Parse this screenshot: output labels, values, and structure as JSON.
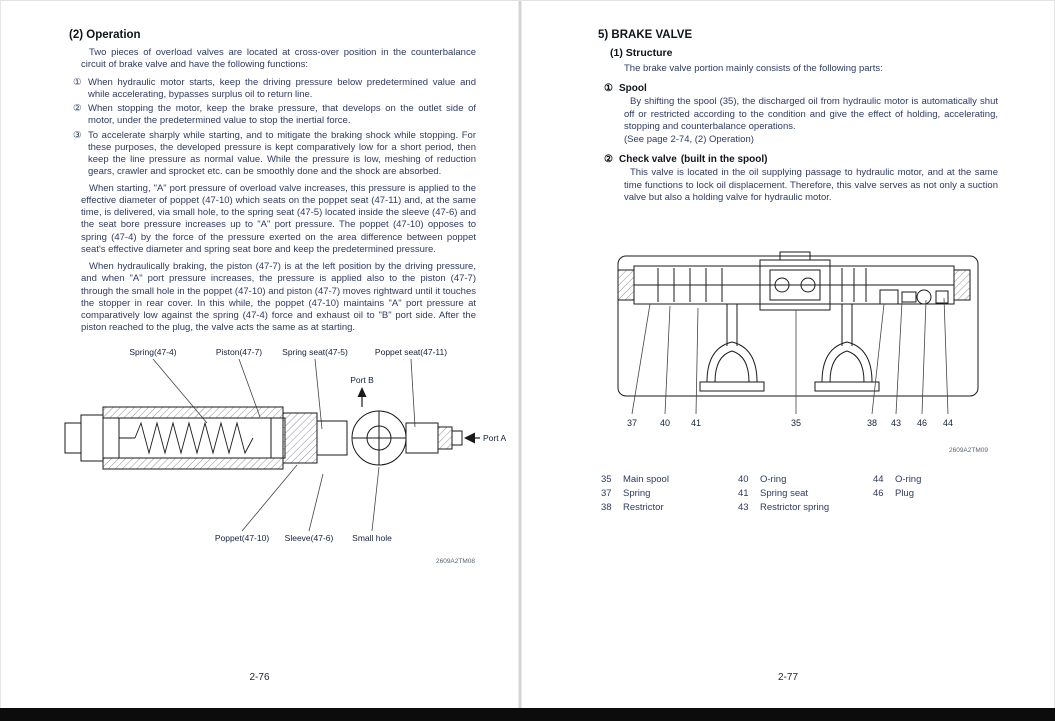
{
  "left_page": {
    "section_title": "(2) Operation",
    "intro": "Two pieces of overload valves are located at cross-over position in the counterbalance circuit of brake valve and have the following functions:",
    "items": [
      {
        "num": "①",
        "text": "When hydraulic motor starts, keep the driving pressure below predetermined value and while accelerating, bypasses surplus oil to return line."
      },
      {
        "num": "②",
        "text": "When stopping the motor, keep the brake pressure, that develops on the outlet side of motor, under the predetermined value to stop the inertial force."
      },
      {
        "num": "③",
        "text": "To accelerate sharply while starting, and to mitigate the braking shock while stopping. For these purposes, the developed pressure is kept comparatively low for a short period, then keep the line pressure as normal value. While the pressure is low, meshing of reduction gears, crawler and sprocket etc. can be smoothly done and the shock are absorbed."
      }
    ],
    "para1": "When starting, \"A\" port pressure of overload valve increases, this pressure is applied to the effective diameter of poppet (47-10) which seats on the poppet seat (47-11) and, at the same time, is delivered, via small hole, to the spring seat (47-5) located inside the sleeve (47-6) and the seat bore pressure increases up to \"A\" port pressure. The poppet (47-10) opposes to spring (47-4) by the force of the pressure exerted on the area difference between poppet seat's effective diameter and spring seat bore and keep the predetermined pressure.",
    "para2": "When hydraulically braking, the piston (47-7) is at the left position by the driving pressure, and when \"A\" port pressure increases, the pressure is applied also to the piston (47-7) through the small hole in the poppet (47-10) and piston (47-7) moves rightward until it touches the stopper in rear cover. In this while, the poppet (47-10) maintains \"A\" port pressure at comparatively low against the spring (47-4) force and exhaust oil to \"B\" port side. After the piston reached to the plug, the valve acts the same as at starting.",
    "diagram": {
      "labels": {
        "spring": "Spring(47-4)",
        "piston": "Piston(47-7)",
        "spring_seat": "Spring seat(47-5)",
        "poppet_seat": "Poppet seat(47-11)",
        "port_b": "Port B",
        "port_a": "Port A",
        "poppet": "Poppet(47-10)",
        "sleeve": "Sleeve(47-6)",
        "small_hole": "Small hole"
      },
      "code": "2609A2TM08"
    },
    "page_number": "2-76"
  },
  "right_page": {
    "section_title": "5) BRAKE VALVE",
    "sub_title": "(1) Structure",
    "intro": "The brake valve portion mainly consists of the following parts:",
    "spool": {
      "num": "①",
      "title": "Spool",
      "text": "By shifting the spool (35), the discharged oil from hydraulic motor is automatically shut off or restricted according to the condition and give the effect of holding, accelerating, stopping and counterbalance operations.",
      "ref": "(See page 2-74, (2) Operation)"
    },
    "check_valve": {
      "num": "②",
      "title": "Check valve",
      "suffix": "(built in the spool)",
      "text": "This valve is located in the oil supplying passage to hydraulic motor, and at the same time functions to lock oil displacement. Therefore, this valve serves as not only a suction valve but also a holding valve for hydraulic motor."
    },
    "diagram": {
      "callouts": [
        "37",
        "40",
        "41",
        "35",
        "38",
        "43",
        "46",
        "44"
      ],
      "code": "2609A2TM09"
    },
    "parts_columns": [
      [
        {
          "num": "35",
          "name": "Main spool"
        },
        {
          "num": "37",
          "name": "Spring"
        },
        {
          "num": "38",
          "name": "Restrictor"
        }
      ],
      [
        {
          "num": "40",
          "name": "O-ring"
        },
        {
          "num": "41",
          "name": "Spring seat"
        },
        {
          "num": "43",
          "name": "Restrictor spring"
        }
      ],
      [
        {
          "num": "44",
          "name": "O-ring"
        },
        {
          "num": "46",
          "name": "Plug"
        }
      ]
    ],
    "page_number": "2-77"
  }
}
